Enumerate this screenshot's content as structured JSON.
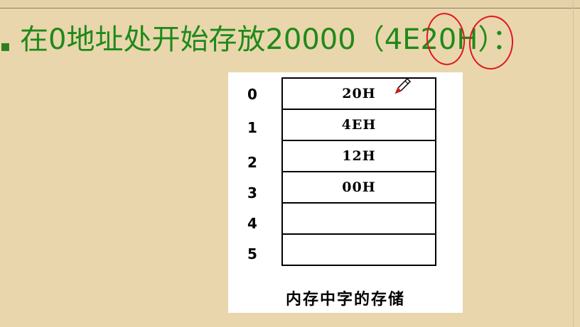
{
  "headline": {
    "bullet": "▪",
    "text_before": "在0地址处开始存放20000（",
    "circled_1": "4E",
    "circled_2": "20",
    "text_after": "H）："
  },
  "memory_table": {
    "rows": [
      {
        "address": "0",
        "value": "20H"
      },
      {
        "address": "1",
        "value": "4EH"
      },
      {
        "address": "2",
        "value": "12H"
      },
      {
        "address": "3",
        "value": "00H"
      },
      {
        "address": "4",
        "value": ""
      },
      {
        "address": "5",
        "value": ""
      }
    ],
    "caption": "内存中字的存储"
  },
  "colors": {
    "background": "#EAD6AC",
    "headline": "#1F8A1A",
    "annotation_circle": "#E0161E",
    "panel": "#FFFFFF"
  },
  "icons": {
    "pen": "pen-icon"
  }
}
